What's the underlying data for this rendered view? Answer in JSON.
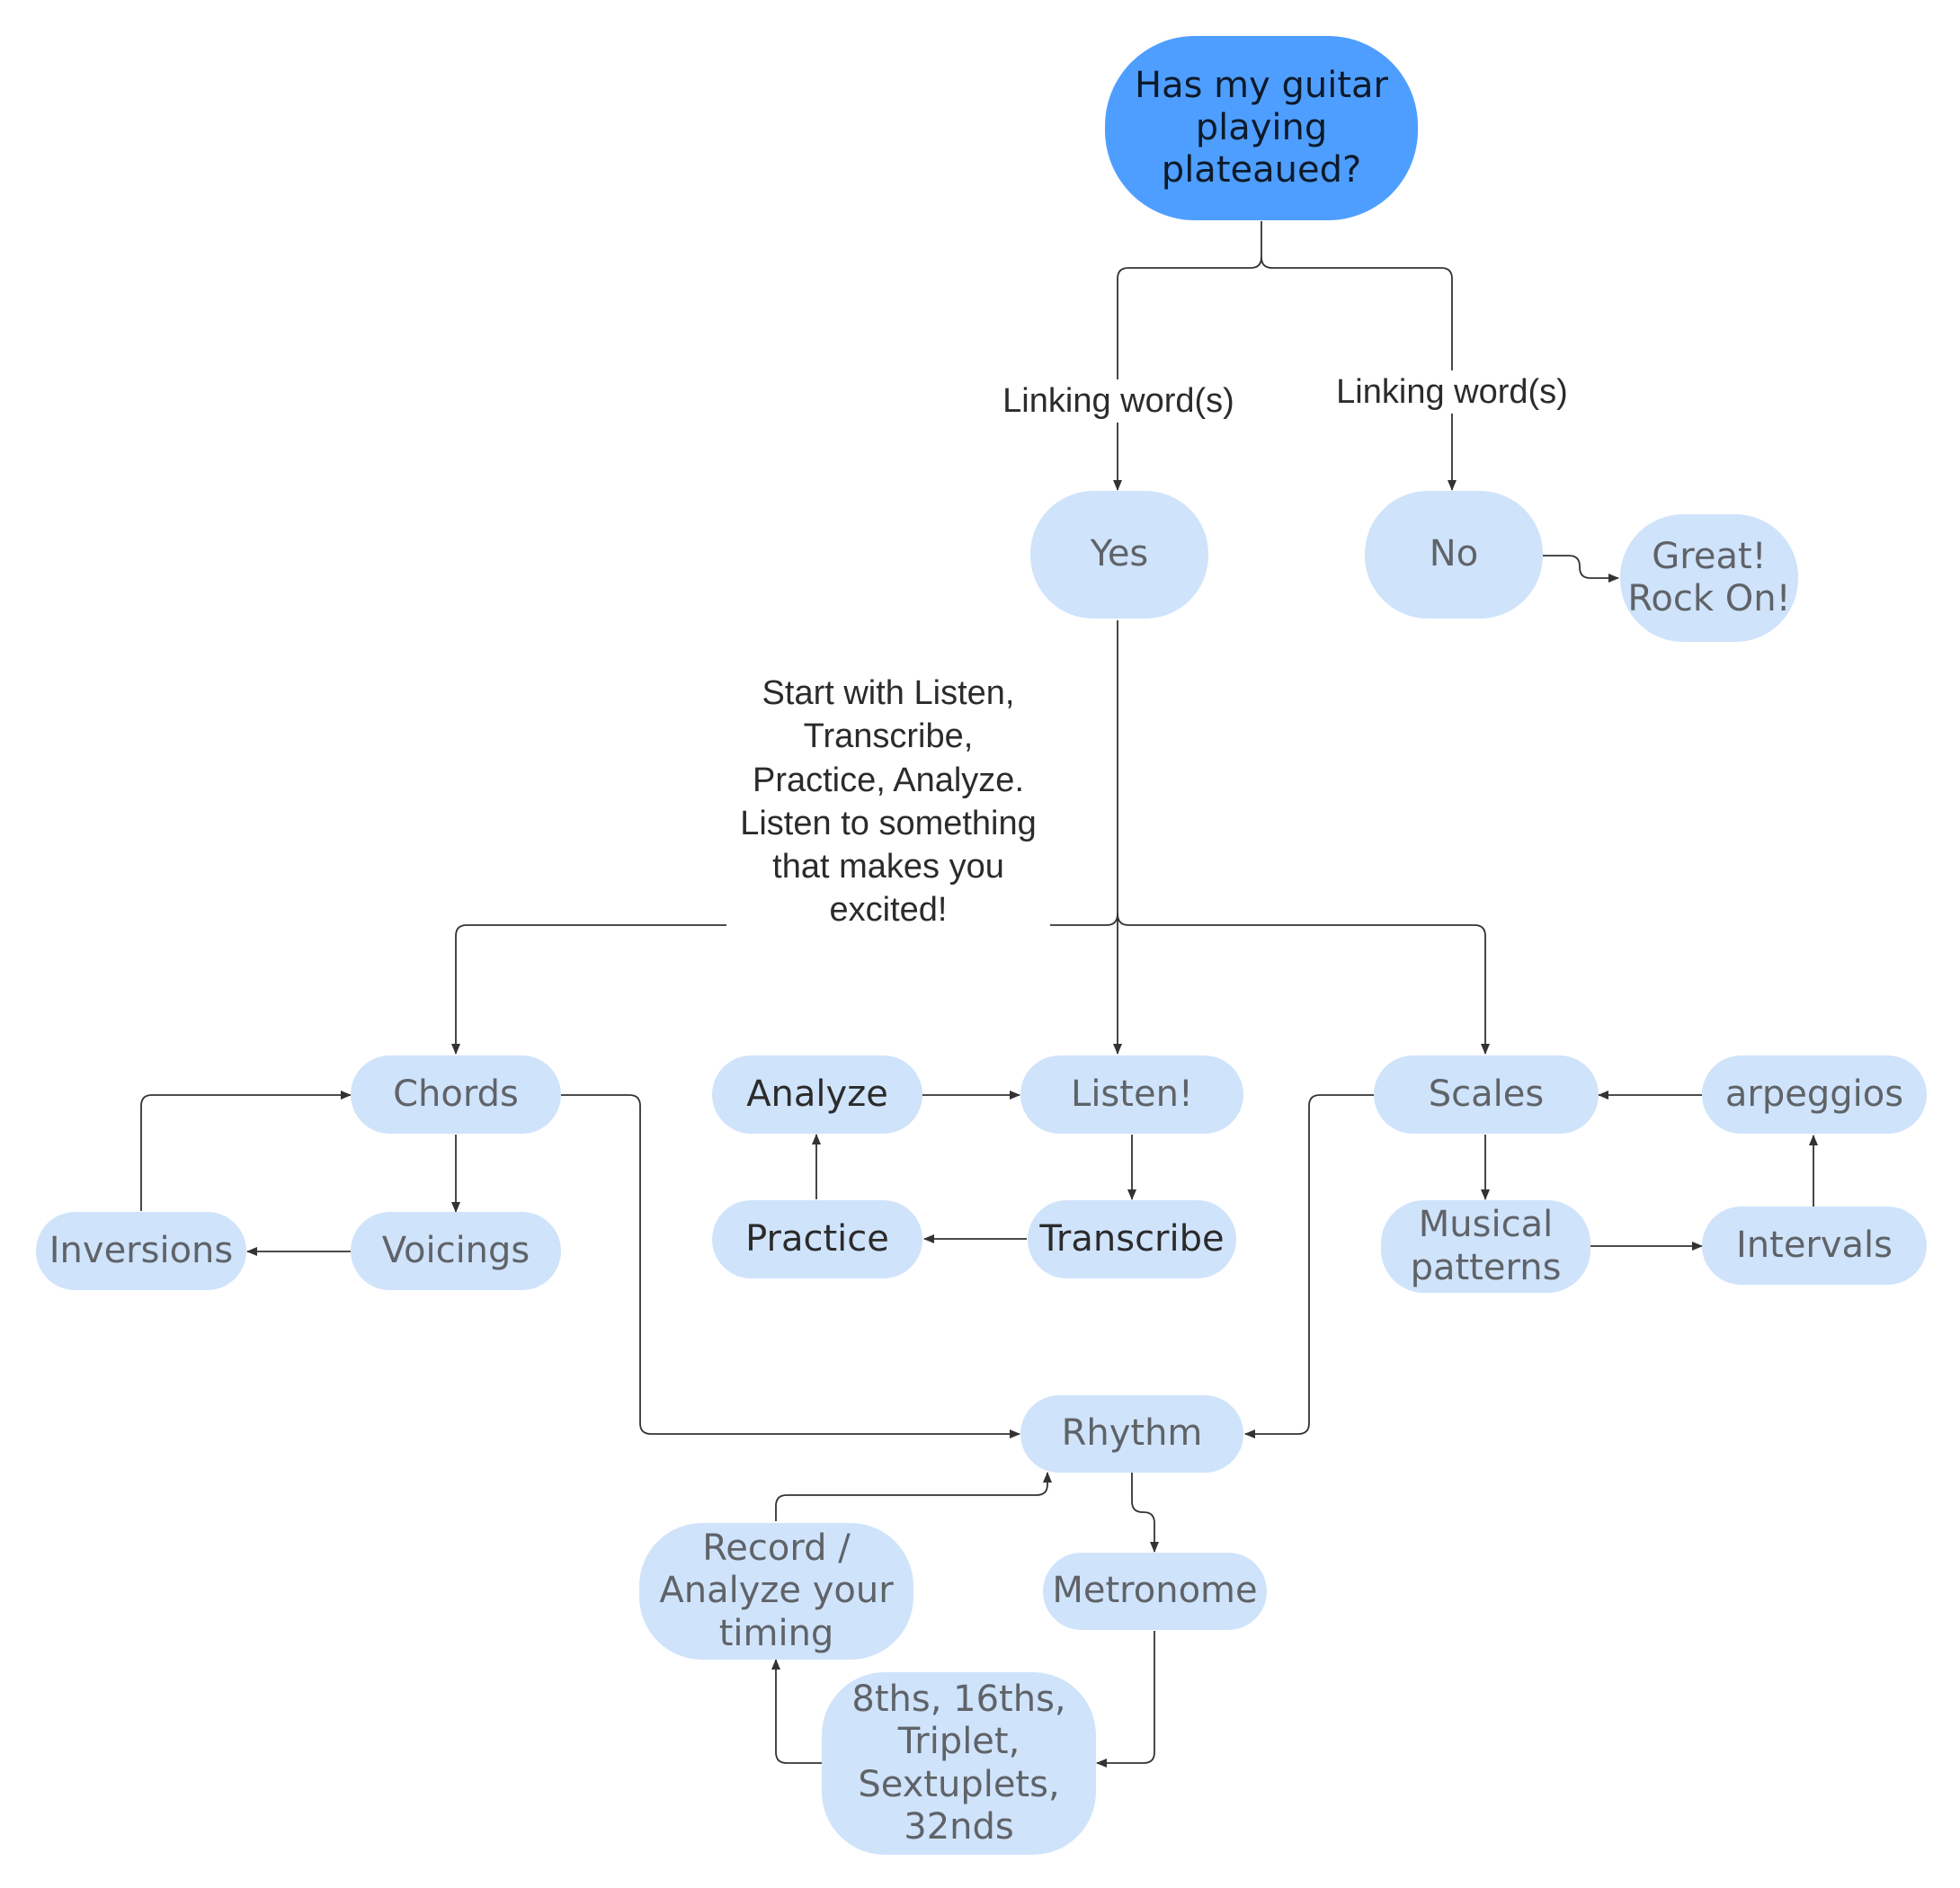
{
  "nodes": {
    "root": "Has my guitar\nplaying\nplateaued?",
    "yes": "Yes",
    "no": "No",
    "great": "Great!\nRock On!",
    "chords": "Chords",
    "voicings": "Voicings",
    "inversions": "Inversions",
    "analyze": "Analyze",
    "listen": "Listen!",
    "practice": "Practice",
    "transcribe": "Transcribe",
    "scales": "Scales",
    "arpeggios": "arpeggios",
    "musical_patterns": "Musical\npatterns",
    "intervals": "Intervals",
    "rhythm": "Rhythm",
    "metronome": "Metronome",
    "record": "Record /\nAnalyze your\ntiming",
    "subdivisions": "8ths, 16ths,\nTriplet,\nSextuplets,\n32nds"
  },
  "labels": {
    "linking_yes": "Linking word(s)",
    "linking_no": "Linking word(s)",
    "start_note": "Start with Listen,\nTranscribe,\nPractice, Analyze.\nListen to something\nthat makes you\nexcited!"
  },
  "colors": {
    "root_fill": "#4e9eff",
    "node_fill": "#cfe3fb",
    "edge": "#333333"
  }
}
